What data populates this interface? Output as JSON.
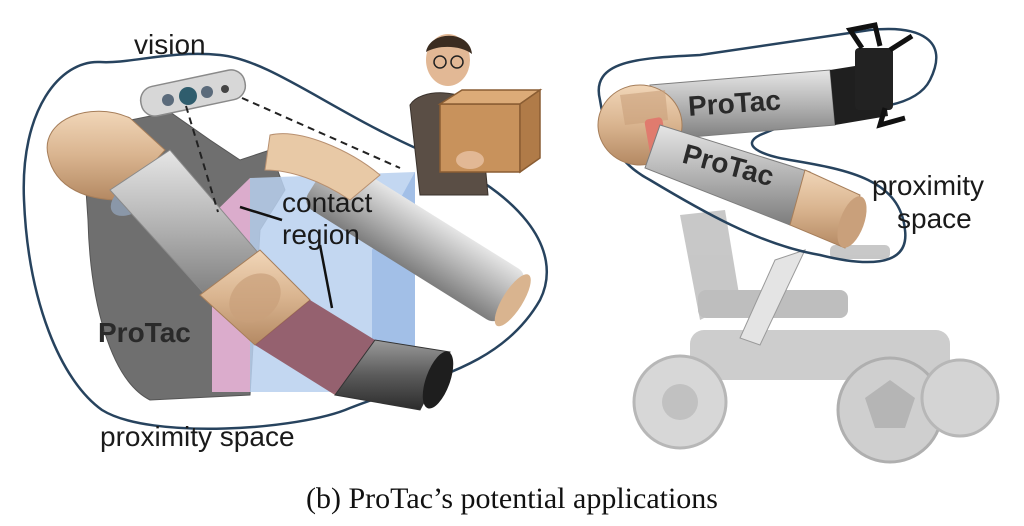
{
  "left_panel": {
    "label_vision": "vision",
    "label_contact": "contact",
    "label_region": "region",
    "label_protac": "ProTac",
    "label_proximity_space": "proximity space"
  },
  "right_panel": {
    "arm_label_upper": "ProTac",
    "arm_label_lower": "ProTac",
    "label_proximity": "proximity",
    "label_space": "space"
  },
  "caption": "(b) ProTac’s potential applications",
  "colors": {
    "outline": "#27435e",
    "skin": "#d9b48f",
    "contact_pink": "#e7b3d6",
    "contact_blue": "#b9d0ee",
    "protac_link": "#b9b9b9",
    "robot_gray": "#8f8f8f",
    "box": "#c8925c"
  },
  "icons": [
    "camera-icon",
    "person-with-box-icon",
    "gripper-icon",
    "wheelchair-icon"
  ]
}
